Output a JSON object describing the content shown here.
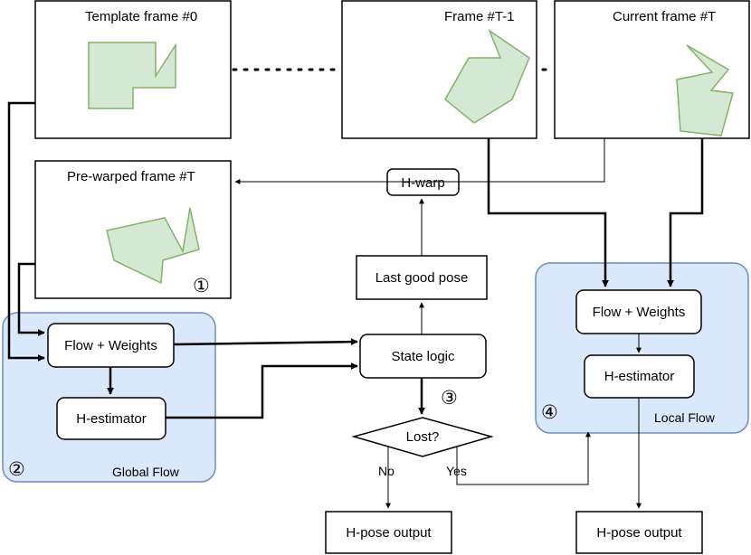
{
  "frames": {
    "template": "Template frame #0",
    "prev": "Frame #T-1",
    "current": "Current frame #T",
    "prewarped": "Pre-warped frame #T"
  },
  "boxes": {
    "hwarp": "H-warp",
    "last_good_pose": "Last good pose",
    "state_logic": "State logic",
    "lost": "Lost?",
    "global_flow_weights": "Flow + Weights",
    "global_hestimator": "H-estimator",
    "local_flow_weights": "Flow + Weights",
    "local_hestimator": "H-estimator",
    "hpose_output_left": "H-pose output",
    "hpose_output_right": "H-pose output"
  },
  "groups": {
    "global": "Global Flow",
    "local": "Local Flow"
  },
  "branches": {
    "no": "No",
    "yes": "Yes"
  },
  "markers": {
    "m1": "①",
    "m2": "②",
    "m3": "③",
    "m4": "④"
  },
  "colors": {
    "group_fill": "#dae8fc",
    "group_stroke": "#6c8ebf",
    "shape_fill": "#d5e8d4",
    "shape_stroke": "#82b366"
  }
}
